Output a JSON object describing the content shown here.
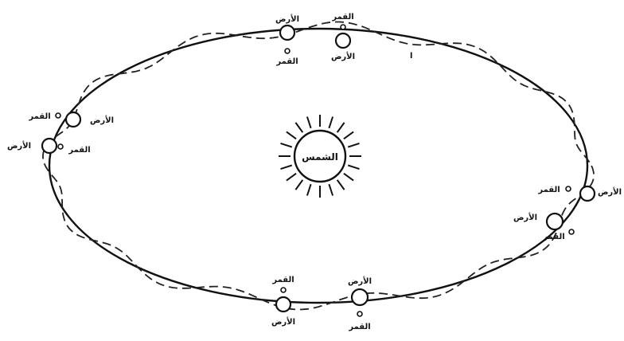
{
  "diagram": {
    "sun_label": "الشمس",
    "earth_label": "الأرض",
    "moon_label": "القمر",
    "orbit_mark": "ا"
  },
  "colors": {
    "ink": "#111111",
    "background": "#ffffff"
  }
}
